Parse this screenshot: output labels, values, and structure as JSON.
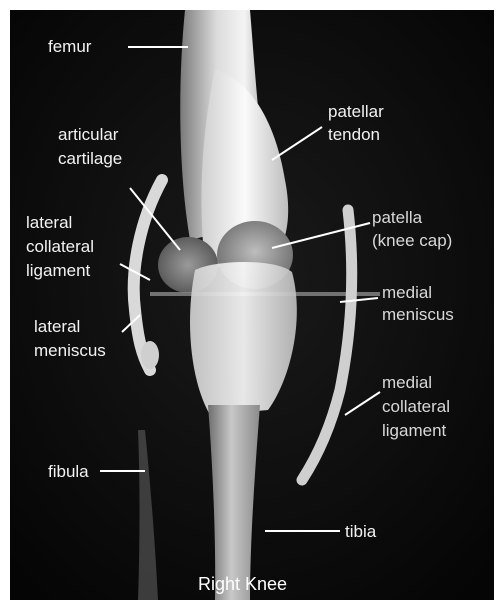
{
  "labels": {
    "femur": "femur",
    "patellar_tendon_1": "patellar",
    "patellar_tendon_2": "tendon",
    "articular_cartilage_1": "articular",
    "articular_cartilage_2": "cartilage",
    "patella_1": "patella",
    "patella_2": "(knee cap)",
    "lateral_collateral_1": "lateral",
    "lateral_collateral_2": "collateral",
    "lateral_collateral_3": "ligament",
    "medial_meniscus_1": "medial",
    "medial_meniscus_2": "meniscus",
    "lateral_meniscus_1": "lateral",
    "lateral_meniscus_2": "meniscus",
    "medial_collateral_1": "medial",
    "medial_collateral_2": "collateral",
    "medial_collateral_3": "ligament",
    "fibula": "fibula",
    "tibia": "tibia"
  },
  "caption": "Right Knee"
}
